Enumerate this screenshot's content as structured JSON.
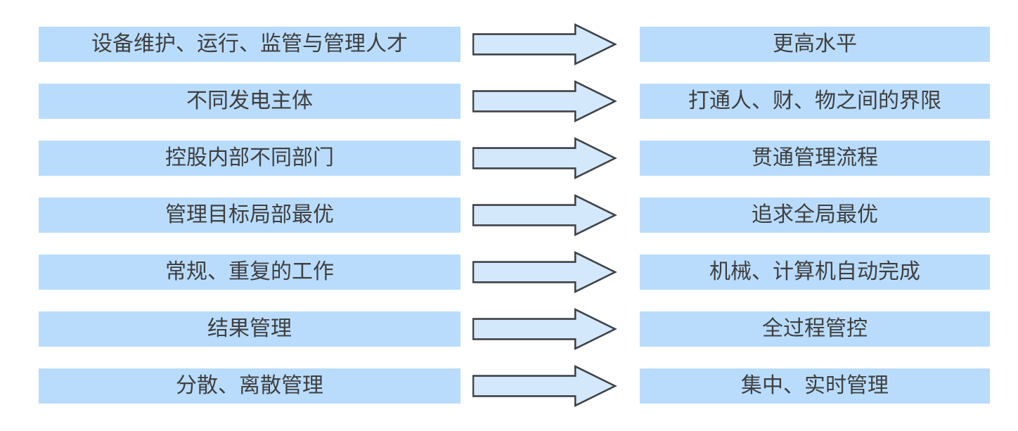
{
  "colors": {
    "background": "#ffffff",
    "box_fill": "#b9dcfc",
    "arrow_fill": "#d4e8fc",
    "outline": "#3f4246",
    "text": "#3f3f3f"
  },
  "icons": {
    "arrow": "right-arrow-icon"
  },
  "rows": [
    {
      "left": "设备维护、运行、监管与管理人才",
      "right": "更高水平"
    },
    {
      "left": "不同发电主体",
      "right": "打通人、财、物之间的界限"
    },
    {
      "left": "控股内部不同部门",
      "right": "贯通管理流程"
    },
    {
      "left": "管理目标局部最优",
      "right": "追求全局最优"
    },
    {
      "left": "常规、重复的工作",
      "right": "机械、计算机自动完成"
    },
    {
      "left": "结果管理",
      "right": "全过程管控"
    },
    {
      "left": "分散、离散管理",
      "right": "集中、实时管理"
    }
  ]
}
